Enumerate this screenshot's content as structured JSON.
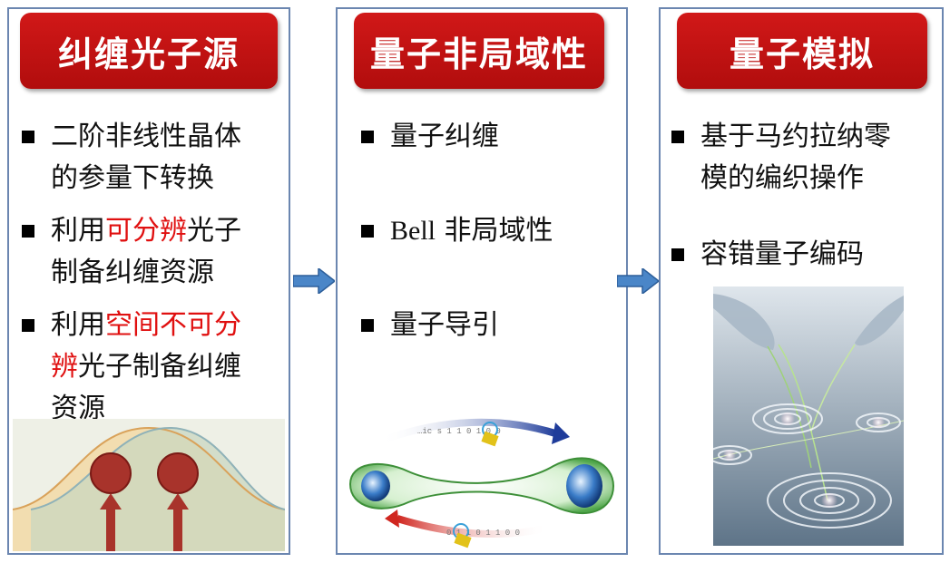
{
  "panels": [
    {
      "title": "纠缠光子源",
      "bullets": [
        {
          "line1": "二阶非线性晶体",
          "line2": "的参量下转换"
        },
        {
          "l1_pre": "利用",
          "l1_red": "可分辨",
          "l1_post": "光子",
          "line2": "制备纠缠资源"
        },
        {
          "l1_pre": "利用",
          "l1_red": "空间不可分",
          "l2_red": "辨",
          "l2_post": "光子制备纠缠",
          "line3": "资源"
        }
      ]
    },
    {
      "title": "量子非局域性",
      "bullets": [
        {
          "text": "量子纠缠"
        },
        {
          "latin": "Bell",
          "text": "非局域性"
        },
        {
          "text": "量子导引"
        }
      ],
      "bits_top": "…ic s 1 1 0 1 0 0",
      "bits_bottom": "0 1 1 0 1 1 0 0"
    },
    {
      "title": "量子模拟",
      "bullets": [
        {
          "line1": "基于马约拉纳零",
          "line2": "模的编织操作"
        },
        {
          "text": "容错量子编码"
        }
      ]
    }
  ],
  "colors": {
    "header_red": "#c41212",
    "accent_red": "#e01010",
    "panel_border": "#6b86b0",
    "arrow_blue": "#4a86c8"
  },
  "icons": [
    "right-arrow-icon",
    "bullet-square-icon"
  ]
}
